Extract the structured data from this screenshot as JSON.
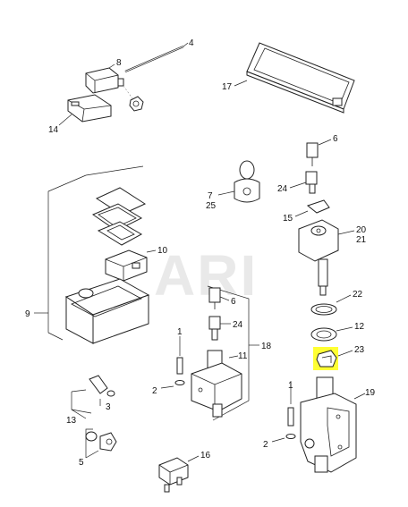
{
  "watermark": "ARI",
  "highlight_color": "#ffff33",
  "highlighted_part": "23",
  "callouts": {
    "c1": "1",
    "c2a": "2",
    "c2b": "2",
    "c3": "3",
    "c4": "4",
    "c5": "5",
    "c6a": "6",
    "c6b": "6",
    "c7": "7",
    "c8": "8",
    "c9": "9",
    "c10": "10",
    "c11": "11",
    "c12": "12",
    "c13": "13",
    "c14": "14",
    "c15": "15",
    "c16": "16",
    "c17": "17",
    "c18": "18",
    "c19": "19",
    "c20": "20",
    "c21": "21",
    "c22": "22",
    "c23": "23",
    "c24a": "24",
    "c24b": "24",
    "c25": "25"
  }
}
